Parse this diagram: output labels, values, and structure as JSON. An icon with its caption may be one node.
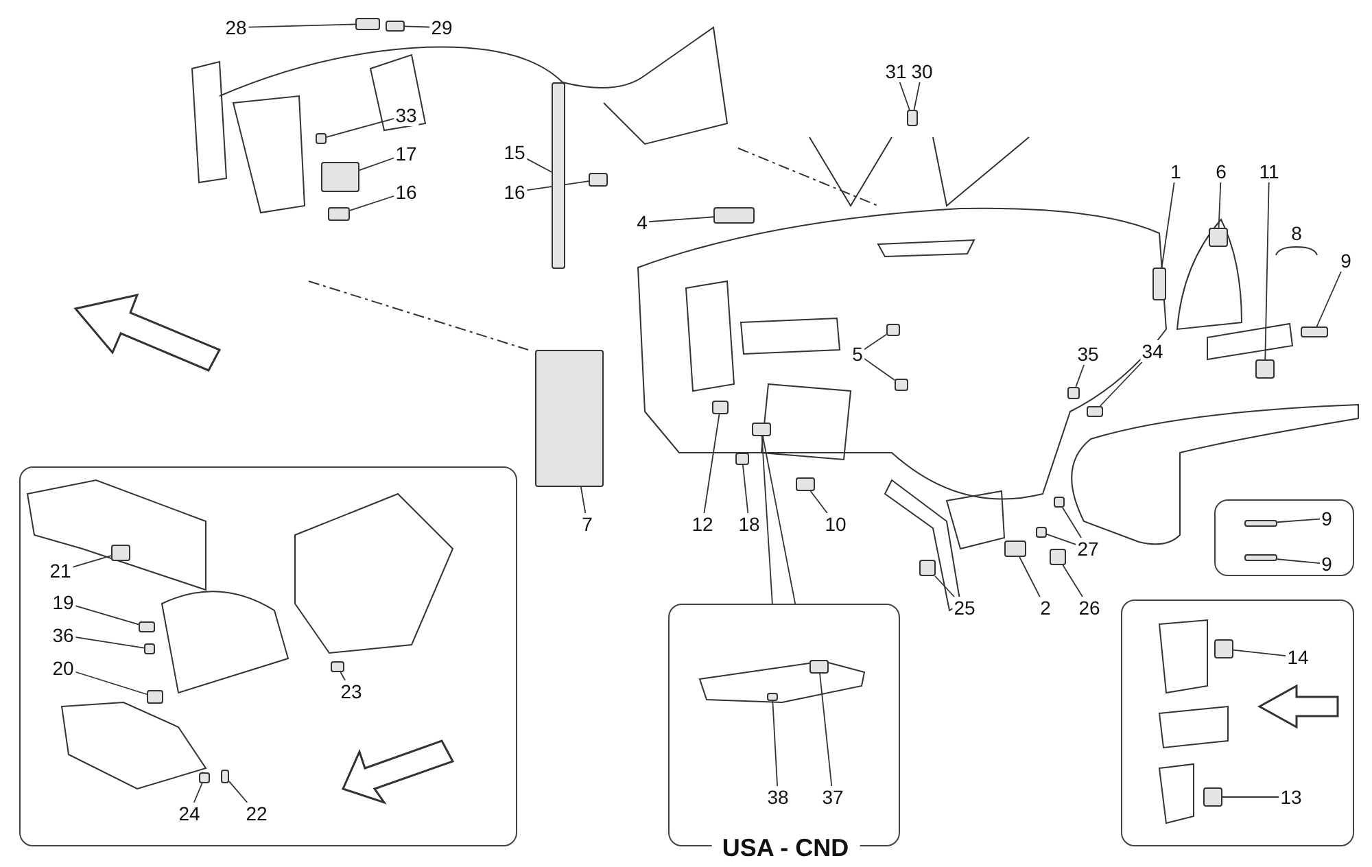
{
  "diagram": {
    "nodes": [
      {
        "text": [
          "28"
        ]
      },
      {
        "text": [
          "29"
        ]
      },
      {
        "text": [
          "31"
        ]
      },
      {
        "text": [
          "30"
        ]
      },
      {
        "text": [
          "33"
        ]
      },
      {
        "text": [
          "17"
        ]
      },
      {
        "text": [
          "15"
        ]
      },
      {
        "text": [
          "16"
        ]
      },
      {
        "text": [
          "16"
        ]
      },
      {
        "text": [
          "4"
        ]
      },
      {
        "text": [
          "1"
        ]
      },
      {
        "text": [
          "6"
        ]
      },
      {
        "text": [
          "11"
        ]
      },
      {
        "text": [
          "9"
        ]
      },
      {
        "text": [
          "5"
        ]
      },
      {
        "text": [
          "35"
        ]
      },
      {
        "text": [
          "34"
        ]
      },
      {
        "text": [
          "7"
        ]
      },
      {
        "text": [
          "12"
        ]
      },
      {
        "text": [
          "18"
        ]
      },
      {
        "text": [
          "10"
        ]
      },
      {
        "text": [],
        "shape": "box"
      },
      {
        "text": [
          "9"
        ],
        "in": 21
      },
      {
        "text": [
          "9"
        ],
        "in": 21
      },
      {
        "text": [
          "27"
        ]
      },
      {
        "text": [],
        "shape": "box"
      },
      {
        "text": [
          "21"
        ],
        "in": 25
      },
      {
        "text": [
          "19"
        ],
        "in": 25
      },
      {
        "text": [
          "36"
        ],
        "in": 25
      },
      {
        "text": [
          "20"
        ],
        "in": 25
      },
      {
        "text": [
          "23"
        ],
        "in": 25
      },
      {
        "text": [
          "24"
        ],
        "in": 25
      },
      {
        "text": [
          "22"
        ],
        "in": 25
      },
      {
        "text": [
          "25"
        ]
      },
      {
        "text": [
          "2"
        ]
      },
      {
        "text": [
          "26"
        ]
      },
      {
        "text": [
          "USA - CND"
        ]
      },
      {
        "text": [
          "38"
        ],
        "in": 36
      },
      {
        "text": [
          "37"
        ],
        "in": 36
      },
      {
        "text": [],
        "shape": "box"
      },
      {
        "text": [
          "14"
        ],
        "in": 39
      },
      {
        "text": [
          "13"
        ],
        "in": 39
      },
      {
        "text": [],
        "shape": "box"
      },
      {
        "text": [],
        "shape": "box"
      },
      {
        "text": [],
        "shape": "box"
      },
      {
        "text": [],
        "shape": "box"
      },
      {
        "text": [],
        "shape": "box"
      },
      {
        "text": [],
        "shape": "box"
      },
      {
        "text": [],
        "shape": "box"
      },
      {
        "text": [],
        "shape": "box"
      },
      {
        "text": [],
        "shape": "box"
      },
      {
        "text": [],
        "shape": "box"
      },
      {
        "text": [],
        "shape": "box"
      },
      {
        "text": [],
        "shape": "box"
      },
      {
        "text": [],
        "shape": "box"
      },
      {
        "text": [],
        "shape": "box"
      },
      {
        "text": [],
        "shape": "box"
      },
      {
        "text": [],
        "shape": "box"
      },
      {
        "text": [],
        "shape": "box"
      },
      {
        "text": [],
        "shape": "box"
      },
      {
        "text": [],
        "shape": "box"
      },
      {
        "text": [],
        "shape": "box"
      },
      {
        "text": [],
        "shape": "box"
      },
      {
        "text": [],
        "shape": "box",
        "in": 21
      },
      {
        "text": [],
        "shape": "box",
        "in": 21
      },
      {
        "text": [],
        "shape": "box"
      },
      {
        "text": [],
        "shape": "box"
      },
      {
        "text": [],
        "shape": "box",
        "in": 25
      },
      {
        "text": [],
        "shape": "box",
        "in": 25
      },
      {
        "text": [],
        "shape": "box",
        "in": 25
      },
      {
        "text": [],
        "shape": "box",
        "in": 25
      },
      {
        "text": [],
        "shape": "box",
        "in": 25
      },
      {
        "text": [],
        "shape": "box",
        "in": 25
      },
      {
        "text": [],
        "shape": "box",
        "in": 25
      },
      {
        "text": [],
        "shape": "box"
      },
      {
        "text": [],
        "shape": "box"
      },
      {
        "text": [],
        "shape": "box"
      },
      {
        "text": [],
        "shape": "box"
      },
      {
        "text": [],
        "shape": "box",
        "in": 36
      },
      {
        "text": [],
        "shape": "box",
        "in": 36
      },
      {
        "text": [],
        "shape": "box",
        "in": 39
      },
      {
        "text": [],
        "shape": "box",
        "in": 39
      }
    ],
    "edges": [
      {
        "from": 0,
        "to": 42,
        "arrow": "none"
      },
      {
        "from": 1,
        "to": 43,
        "arrow": "none"
      },
      {
        "from": 2,
        "to": 44,
        "arrow": "none"
      },
      {
        "from": 3,
        "to": 44,
        "arrow": "none"
      },
      {
        "from": 4,
        "to": 45,
        "arrow": "none"
      },
      {
        "from": 5,
        "to": 46,
        "arrow": "none"
      },
      {
        "from": 6,
        "to": 47,
        "arrow": "none"
      },
      {
        "from": 7,
        "to": 48,
        "arrow": "none"
      },
      {
        "from": 8,
        "to": 49,
        "arrow": "none"
      },
      {
        "from": 9,
        "to": 50,
        "arrow": "none"
      },
      {
        "from": 10,
        "to": 51,
        "arrow": "none"
      },
      {
        "from": 11,
        "to": 52,
        "arrow": "none"
      },
      {
        "from": 12,
        "to": 53,
        "arrow": "none"
      },
      {
        "from": 13,
        "to": 54,
        "arrow": "none"
      },
      {
        "from": 14,
        "to": 55,
        "arrow": "none"
      },
      {
        "from": 14,
        "to": 56,
        "arrow": "none"
      },
      {
        "from": 15,
        "to": 57,
        "arrow": "none"
      },
      {
        "from": 16,
        "to": 58,
        "arrow": "none"
      },
      {
        "from": 17,
        "to": 59,
        "arrow": "none"
      },
      {
        "from": 18,
        "to": 60,
        "arrow": "none"
      },
      {
        "from": 19,
        "to": 61,
        "arrow": "none"
      },
      {
        "from": 20,
        "to": 62,
        "arrow": "none"
      },
      {
        "from": 22,
        "to": 63,
        "arrow": "none"
      },
      {
        "from": 23,
        "to": 64,
        "arrow": "none"
      },
      {
        "from": 24,
        "to": 65,
        "arrow": "none"
      },
      {
        "from": 24,
        "to": 66,
        "arrow": "none"
      },
      {
        "from": 26,
        "to": 67,
        "arrow": "none"
      },
      {
        "from": 27,
        "to": 68,
        "arrow": "none"
      },
      {
        "from": 28,
        "to": 69,
        "arrow": "none"
      },
      {
        "from": 29,
        "to": 70,
        "arrow": "none"
      },
      {
        "from": 30,
        "to": 71,
        "arrow": "none"
      },
      {
        "from": 31,
        "to": 72,
        "arrow": "none"
      },
      {
        "from": 32,
        "to": 73,
        "arrow": "none"
      },
      {
        "from": 33,
        "to": 74,
        "arrow": "none"
      },
      {
        "from": 34,
        "to": 75,
        "arrow": "none"
      },
      {
        "from": 35,
        "to": 76,
        "arrow": "none"
      },
      {
        "from": 77,
        "to": 36,
        "arrow": "none"
      },
      {
        "from": 77,
        "to": 36,
        "arrow": "none"
      },
      {
        "from": 37,
        "to": 78,
        "arrow": "none"
      },
      {
        "from": 38,
        "to": 79,
        "arrow": "none"
      },
      {
        "from": 40,
        "to": 80,
        "arrow": "none"
      },
      {
        "from": 41,
        "to": 81,
        "arrow": "none"
      }
    ],
    "labels": [
      "8"
    ]
  }
}
